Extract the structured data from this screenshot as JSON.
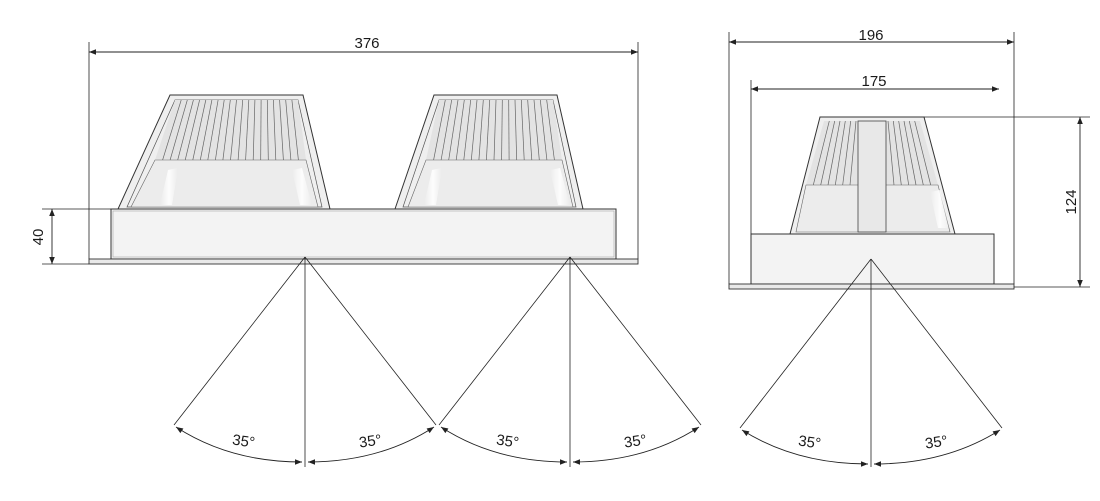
{
  "dimensions": {
    "front_width": "376",
    "front_height": "40",
    "side_width_outer": "196",
    "side_width_inner": "175",
    "side_height": "124"
  },
  "beam_angles": {
    "left_a": "35°",
    "left_b": "35°",
    "mid_a": "35°",
    "mid_b": "35°",
    "right_a": "35°",
    "right_b": "35°"
  },
  "colors": {
    "line": "#222222",
    "housing_fill": "#f2f2f2",
    "fin_fill": "#e6e6e6",
    "reflector_fill": "#ededed"
  }
}
